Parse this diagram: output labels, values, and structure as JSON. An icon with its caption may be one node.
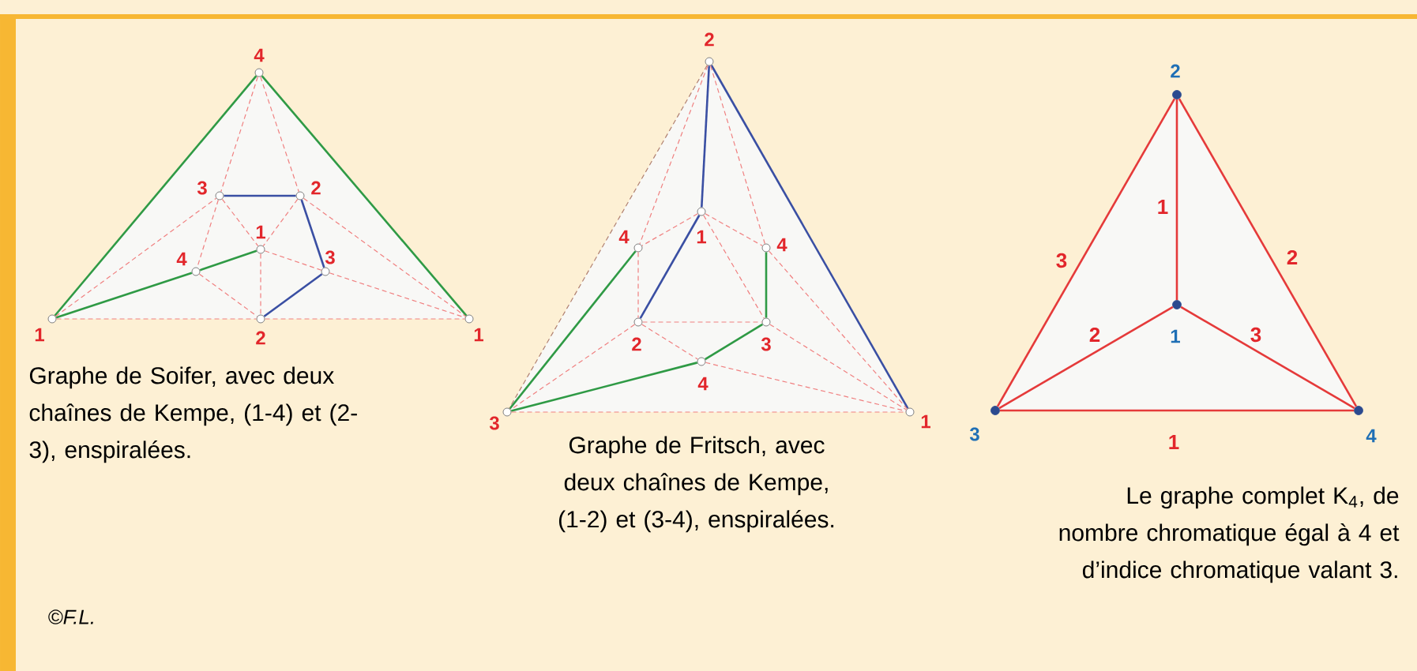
{
  "diagram": {
    "nodes": [
      {
        "text": [],
        "shape": "circle",
        "beside": [
          "4"
        ]
      },
      {
        "text": [],
        "shape": "circle",
        "beside": [
          "3"
        ]
      },
      {
        "text": [],
        "shape": "circle",
        "beside": [
          "2"
        ]
      },
      {
        "text": [],
        "shape": "circle",
        "beside": [
          "1"
        ]
      },
      {
        "text": [],
        "shape": "circle",
        "beside": [
          "4"
        ]
      },
      {
        "text": [],
        "shape": "circle",
        "beside": [
          "3"
        ]
      },
      {
        "text": [],
        "shape": "circle",
        "beside": [
          "1"
        ]
      },
      {
        "text": [],
        "shape": "circle",
        "beside": [
          "2"
        ]
      },
      {
        "text": [],
        "shape": "circle",
        "beside": [
          "1"
        ]
      },
      {
        "text": [],
        "shape": "circle",
        "beside": [
          "2"
        ]
      },
      {
        "text": [],
        "shape": "circle",
        "beside": [
          "1"
        ]
      },
      {
        "text": [],
        "shape": "circle",
        "beside": [
          "4"
        ]
      },
      {
        "text": [],
        "shape": "circle",
        "beside": [
          "4"
        ]
      },
      {
        "text": [],
        "shape": "circle",
        "beside": [
          "2"
        ]
      },
      {
        "text": [],
        "shape": "circle",
        "beside": [
          "3"
        ]
      },
      {
        "text": [],
        "shape": "circle",
        "beside": [
          "4"
        ]
      },
      {
        "text": [],
        "shape": "circle",
        "beside": [
          "3"
        ]
      },
      {
        "text": [],
        "shape": "circle",
        "beside": [
          "1"
        ]
      },
      {
        "text": [],
        "shape": "circle",
        "beside": [
          "2"
        ]
      },
      {
        "text": [],
        "shape": "circle",
        "beside": [
          "1"
        ]
      },
      {
        "text": [],
        "shape": "circle",
        "beside": [
          "3"
        ]
      },
      {
        "text": [],
        "shape": "circle",
        "beside": [
          "4"
        ]
      }
    ],
    "edges": [
      {
        "from": 0,
        "to": 6,
        "arrow": "none",
        "color": "#2f9a45"
      },
      {
        "from": 0,
        "to": 8,
        "arrow": "none",
        "color": "#2f9a45"
      },
      {
        "from": 6,
        "to": 4,
        "arrow": "none",
        "color": "#2f9a45"
      },
      {
        "from": 4,
        "to": 3,
        "arrow": "none",
        "color": "#2f9a45"
      },
      {
        "from": 1,
        "to": 2,
        "arrow": "none",
        "color": "#3a4fa3"
      },
      {
        "from": 2,
        "to": 5,
        "arrow": "none",
        "color": "#3a4fa3"
      },
      {
        "from": 5,
        "to": 7,
        "arrow": "none",
        "color": "#3a4fa3"
      },
      {
        "from": 6,
        "to": 7,
        "arrow": "none",
        "style": "dashed",
        "color": "#f08080"
      },
      {
        "from": 7,
        "to": 8,
        "arrow": "none",
        "style": "dashed",
        "color": "#f08080"
      },
      {
        "from": 0,
        "to": 1,
        "arrow": "none",
        "style": "dashed",
        "color": "#f08080"
      },
      {
        "from": 0,
        "to": 2,
        "arrow": "none",
        "style": "dashed",
        "color": "#f08080"
      },
      {
        "from": 1,
        "to": 3,
        "arrow": "none",
        "style": "dashed",
        "color": "#f08080"
      },
      {
        "from": 2,
        "to": 3,
        "arrow": "none",
        "style": "dashed",
        "color": "#f08080"
      },
      {
        "from": 3,
        "to": 7,
        "arrow": "none",
        "style": "dashed",
        "color": "#f08080"
      },
      {
        "from": 3,
        "to": 5,
        "arrow": "none",
        "style": "dashed",
        "color": "#f08080"
      },
      {
        "from": 5,
        "to": 8,
        "arrow": "none",
        "style": "dashed",
        "color": "#f08080"
      },
      {
        "from": 1,
        "to": 4,
        "arrow": "none",
        "style": "dashed",
        "color": "#f08080"
      },
      {
        "from": 4,
        "to": 7,
        "arrow": "none",
        "style": "dashed",
        "color": "#f08080"
      },
      {
        "from": 6,
        "to": 1,
        "arrow": "none",
        "style": "dashed",
        "color": "#f08080"
      },
      {
        "from": 2,
        "to": 8,
        "arrow": "none",
        "style": "dashed",
        "color": "#f08080"
      },
      {
        "from": 9,
        "to": 10,
        "arrow": "none",
        "color": "#3a4fa3"
      },
      {
        "from": 10,
        "to": 13,
        "arrow": "none",
        "color": "#3a4fa3"
      },
      {
        "from": 9,
        "to": 17,
        "arrow": "none",
        "color": "#3a4fa3"
      },
      {
        "from": 16,
        "to": 11,
        "arrow": "none",
        "color": "#2f9a45"
      },
      {
        "from": 12,
        "to": 14,
        "arrow": "none",
        "color": "#2f9a45"
      },
      {
        "from": 14,
        "to": 15,
        "arrow": "none",
        "color": "#2f9a45"
      },
      {
        "from": 15,
        "to": 16,
        "arrow": "none",
        "color": "#2f9a45"
      },
      {
        "from": 9,
        "to": 16,
        "arrow": "none",
        "style": "dashed",
        "color": "#b08070"
      },
      {
        "from": 16,
        "to": 17,
        "arrow": "none",
        "style": "dashed",
        "color": "#f08080"
      },
      {
        "from": 9,
        "to": 11,
        "arrow": "none",
        "style": "dashed",
        "color": "#f08080"
      },
      {
        "from": 9,
        "to": 12,
        "arrow": "none",
        "style": "dashed",
        "color": "#f08080"
      },
      {
        "from": 10,
        "to": 11,
        "arrow": "none",
        "style": "dashed",
        "color": "#f08080"
      },
      {
        "from": 10,
        "to": 12,
        "arrow": "none",
        "style": "dashed",
        "color": "#f08080"
      },
      {
        "from": 11,
        "to": 13,
        "arrow": "none",
        "style": "dashed",
        "color": "#f08080"
      },
      {
        "from": 13,
        "to": 14,
        "arrow": "none",
        "style": "dashed",
        "color": "#f08080"
      },
      {
        "from": 10,
        "to": 14,
        "arrow": "none",
        "style": "dashed",
        "color": "#f08080"
      },
      {
        "from": 13,
        "to": 16,
        "arrow": "none",
        "style": "dashed",
        "color": "#f08080"
      },
      {
        "from": 13,
        "to": 15,
        "arrow": "none",
        "style": "dashed",
        "color": "#f08080"
      },
      {
        "from": 15,
        "to": 17,
        "arrow": "none",
        "style": "dashed",
        "color": "#f08080"
      },
      {
        "from": 14,
        "to": 17,
        "arrow": "none",
        "style": "dashed",
        "color": "#f08080"
      },
      {
        "from": 12,
        "to": 17,
        "arrow": "none",
        "style": "dashed",
        "color": "#f08080"
      },
      {
        "from": 18,
        "to": 19,
        "arrow": "none",
        "label": "1",
        "color": "#e53a3a"
      },
      {
        "from": 18,
        "to": 20,
        "arrow": "none",
        "label": "3",
        "color": "#e53a3a"
      },
      {
        "from": 18,
        "to": 21,
        "arrow": "none",
        "label": "2",
        "color": "#e53a3a"
      },
      {
        "from": 19,
        "to": 20,
        "arrow": "none",
        "label": "2",
        "color": "#e53a3a"
      },
      {
        "from": 19,
        "to": 21,
        "arrow": "none",
        "label": "3",
        "color": "#e53a3a"
      },
      {
        "from": 20,
        "to": 21,
        "arrow": "none",
        "label": "1",
        "color": "#e53a3a"
      }
    ],
    "labels": [
      "Graphe de Soifer, avec deux chaînes de Kempe, (1-4) et (2-3), enspiralées.",
      "Graphe de Fritsch, avec deux chaînes de Kempe, (1-2) et (3-4), enspiralées.",
      "Le graphe complet K$_{4}$, de nombre chromatique égal à 4 et d’indice chromatique valant 3.",
      "©F.L."
    ]
  }
}
